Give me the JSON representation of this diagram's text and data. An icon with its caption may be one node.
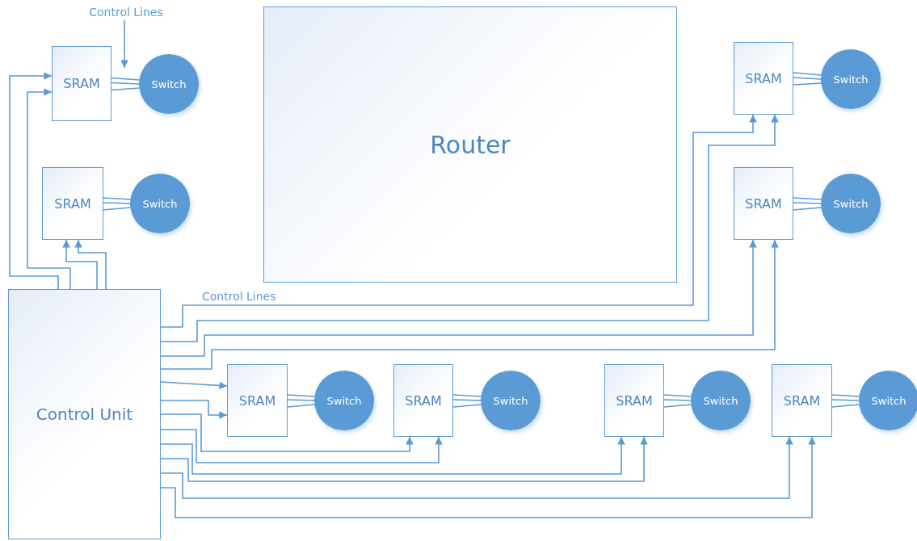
{
  "diagram": {
    "nodes": [
      {
        "text": [
          "Router"
        ]
      },
      {
        "text": [
          "Control Unit"
        ]
      },
      {
        "text": [
          "SRAM"
        ]
      },
      {
        "text": [
          "Switch"
        ]
      },
      {
        "text": [
          "SRAM"
        ]
      },
      {
        "text": [
          "Switch"
        ]
      },
      {
        "text": [
          "SRAM"
        ]
      },
      {
        "text": [
          "Switch"
        ]
      },
      {
        "text": [
          "SRAM"
        ]
      },
      {
        "text": [
          "Switch"
        ]
      },
      {
        "text": [
          "SRAM"
        ]
      },
      {
        "text": [
          "Switch"
        ]
      },
      {
        "text": [
          "SRAM"
        ]
      },
      {
        "text": [
          "Switch"
        ]
      },
      {
        "text": [
          "SRAM"
        ]
      },
      {
        "text": [
          "Switch"
        ]
      },
      {
        "text": [
          "SRAM"
        ]
      },
      {
        "text": [
          "Switch"
        ]
      },
      {
        "text": [
          "Control Lines"
        ]
      }
    ],
    "edges": [
      {
        "from": 1,
        "to": 2,
        "arrow": "to"
      },
      {
        "from": 1,
        "to": 2,
        "arrow": "to"
      },
      {
        "from": 2,
        "to": 3,
        "arrow": "none"
      },
      {
        "from": 2,
        "to": 3,
        "arrow": "none"
      },
      {
        "from": 2,
        "to": 3,
        "arrow": "none"
      },
      {
        "from": 1,
        "to": 4,
        "arrow": "to"
      },
      {
        "from": 1,
        "to": 4,
        "arrow": "to"
      },
      {
        "from": 4,
        "to": 5,
        "arrow": "none"
      },
      {
        "from": 4,
        "to": 5,
        "arrow": "none"
      },
      {
        "from": 4,
        "to": 5,
        "arrow": "none"
      },
      {
        "from": 1,
        "to": 6,
        "arrow": "to"
      },
      {
        "from": 1,
        "to": 6,
        "arrow": "to"
      },
      {
        "from": 6,
        "to": 7,
        "arrow": "none"
      },
      {
        "from": 6,
        "to": 7,
        "arrow": "none"
      },
      {
        "from": 6,
        "to": 7,
        "arrow": "none"
      },
      {
        "from": 1,
        "to": 8,
        "arrow": "to"
      },
      {
        "from": 1,
        "to": 8,
        "arrow": "to"
      },
      {
        "from": 8,
        "to": 9,
        "arrow": "none"
      },
      {
        "from": 8,
        "to": 9,
        "arrow": "none"
      },
      {
        "from": 8,
        "to": 9,
        "arrow": "none"
      },
      {
        "from": 1,
        "to": 10,
        "arrow": "to"
      },
      {
        "from": 1,
        "to": 10,
        "arrow": "to"
      },
      {
        "from": 10,
        "to": 11,
        "arrow": "none"
      },
      {
        "from": 10,
        "to": 11,
        "arrow": "none"
      },
      {
        "from": 10,
        "to": 11,
        "arrow": "none"
      },
      {
        "from": 1,
        "to": 12,
        "arrow": "to"
      },
      {
        "from": 1,
        "to": 12,
        "arrow": "to"
      },
      {
        "from": 12,
        "to": 13,
        "arrow": "none"
      },
      {
        "from": 12,
        "to": 13,
        "arrow": "none"
      },
      {
        "from": 12,
        "to": 13,
        "arrow": "none"
      },
      {
        "from": 1,
        "to": 14,
        "arrow": "to"
      },
      {
        "from": 1,
        "to": 14,
        "arrow": "to"
      },
      {
        "from": 14,
        "to": 15,
        "arrow": "none"
      },
      {
        "from": 14,
        "to": 15,
        "arrow": "none"
      },
      {
        "from": 14,
        "to": 15,
        "arrow": "none"
      },
      {
        "from": 1,
        "to": 16,
        "arrow": "to"
      },
      {
        "from": 1,
        "to": 16,
        "arrow": "to"
      },
      {
        "from": 16,
        "to": 17,
        "arrow": "none"
      },
      {
        "from": 16,
        "to": 17,
        "arrow": "none"
      },
      {
        "from": 16,
        "to": 17,
        "arrow": "none"
      },
      {
        "from": 18,
        "to": 3,
        "arrow": "to"
      }
    ],
    "labels": [
      "Control Lines"
    ]
  }
}
